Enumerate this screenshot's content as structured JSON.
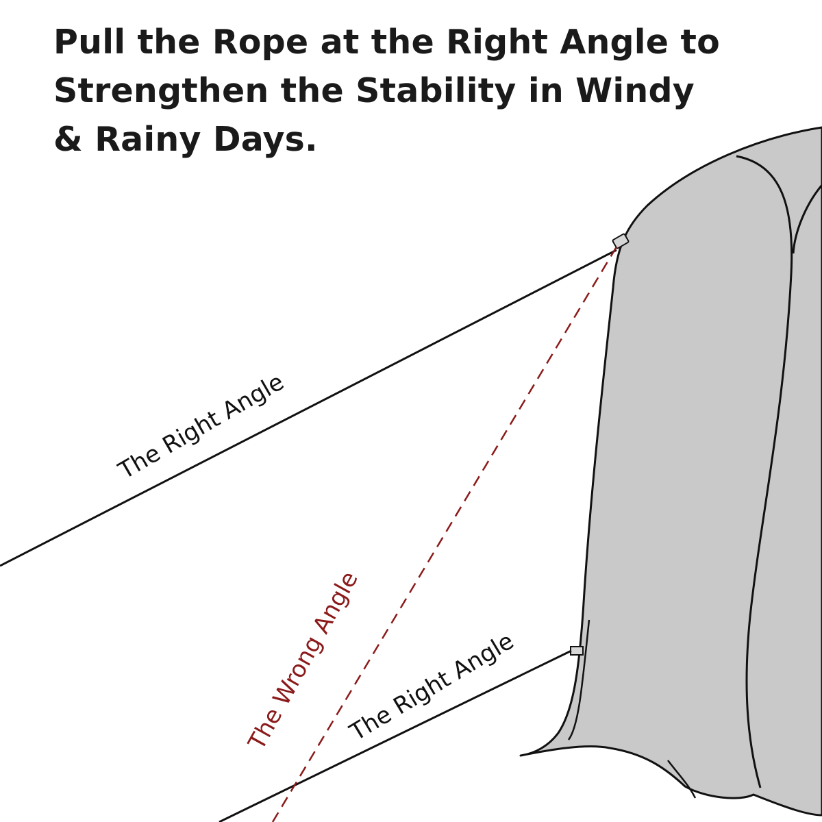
{
  "headline": {
    "line1": "Pull the Rope at the Right Angle to",
    "line2": "Strengthen the Stability in Windy",
    "line3": "& Rainy Days."
  },
  "labels": {
    "upper_rope": "The Right Angle",
    "lower_rope": "The Right Angle",
    "dashed_rope": "The Wrong Angle"
  },
  "colors": {
    "ink": "#111111",
    "wrong": "#8b1a1a",
    "tent_fill": "#c9c9c9",
    "background": "#ffffff"
  }
}
